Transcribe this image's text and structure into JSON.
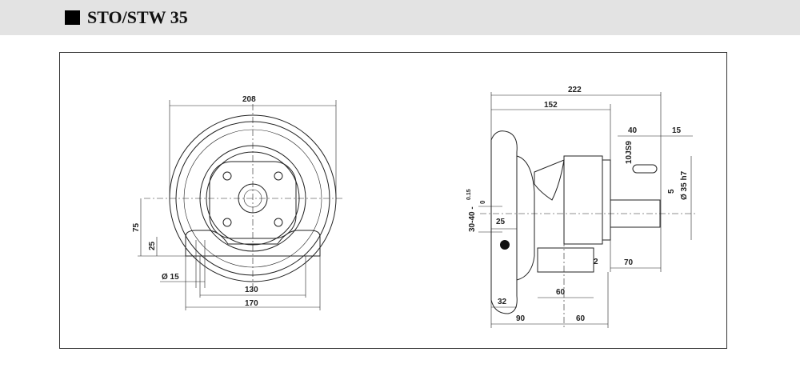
{
  "header": {
    "title": "STO/STW 35"
  },
  "front_view": {
    "dims": {
      "overall_diameter": "208",
      "height_75": "75",
      "height_25": "25",
      "hole": "Ø 15",
      "hole_spacing": "130",
      "base_width": "170"
    }
  },
  "side_view": {
    "dims": {
      "overall": "222",
      "to_body": "152",
      "keyway_len": "40",
      "shaft_end": "15",
      "keyway": "10JS9",
      "shaft_dia": "Ø 35 h7",
      "key_depth": "5",
      "tol_main": "30-40 -",
      "tol_upper": "0.15",
      "tol_lower": "0",
      "flange": "25",
      "gap": "2",
      "shaft_len": "70",
      "base_60": "60",
      "hub": "32",
      "left_90": "90",
      "right_60": "60"
    }
  }
}
